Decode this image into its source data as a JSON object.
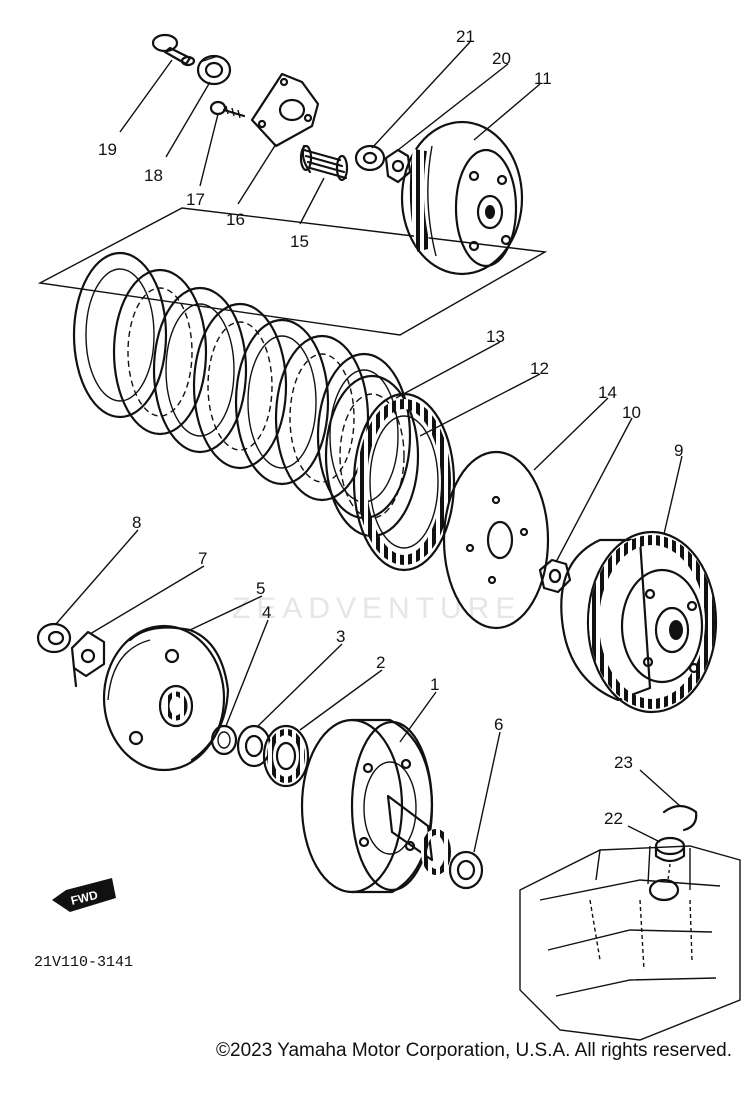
{
  "diagram": {
    "drawing_number": "21V110-3141",
    "watermark": "ZEADVENTURE",
    "fwd_label": "FWD",
    "copyright": "©2023 Yamaha Motor Corporation, U.S.A. All rights reserved.",
    "callouts": [
      {
        "id": "1",
        "label": "1"
      },
      {
        "id": "2",
        "label": "2"
      },
      {
        "id": "3",
        "label": "3"
      },
      {
        "id": "4",
        "label": "4"
      },
      {
        "id": "5",
        "label": "5"
      },
      {
        "id": "6",
        "label": "6"
      },
      {
        "id": "7",
        "label": "7"
      },
      {
        "id": "8",
        "label": "8"
      },
      {
        "id": "9",
        "label": "9"
      },
      {
        "id": "10",
        "label": "10"
      },
      {
        "id": "11",
        "label": "11"
      },
      {
        "id": "12",
        "label": "12"
      },
      {
        "id": "13",
        "label": "13"
      },
      {
        "id": "14",
        "label": "14"
      },
      {
        "id": "15",
        "label": "15"
      },
      {
        "id": "16",
        "label": "16"
      },
      {
        "id": "17",
        "label": "17"
      },
      {
        "id": "18",
        "label": "18"
      },
      {
        "id": "19",
        "label": "19"
      },
      {
        "id": "20",
        "label": "20"
      },
      {
        "id": "21",
        "label": "21"
      },
      {
        "id": "22",
        "label": "22"
      },
      {
        "id": "23",
        "label": "23"
      }
    ]
  }
}
